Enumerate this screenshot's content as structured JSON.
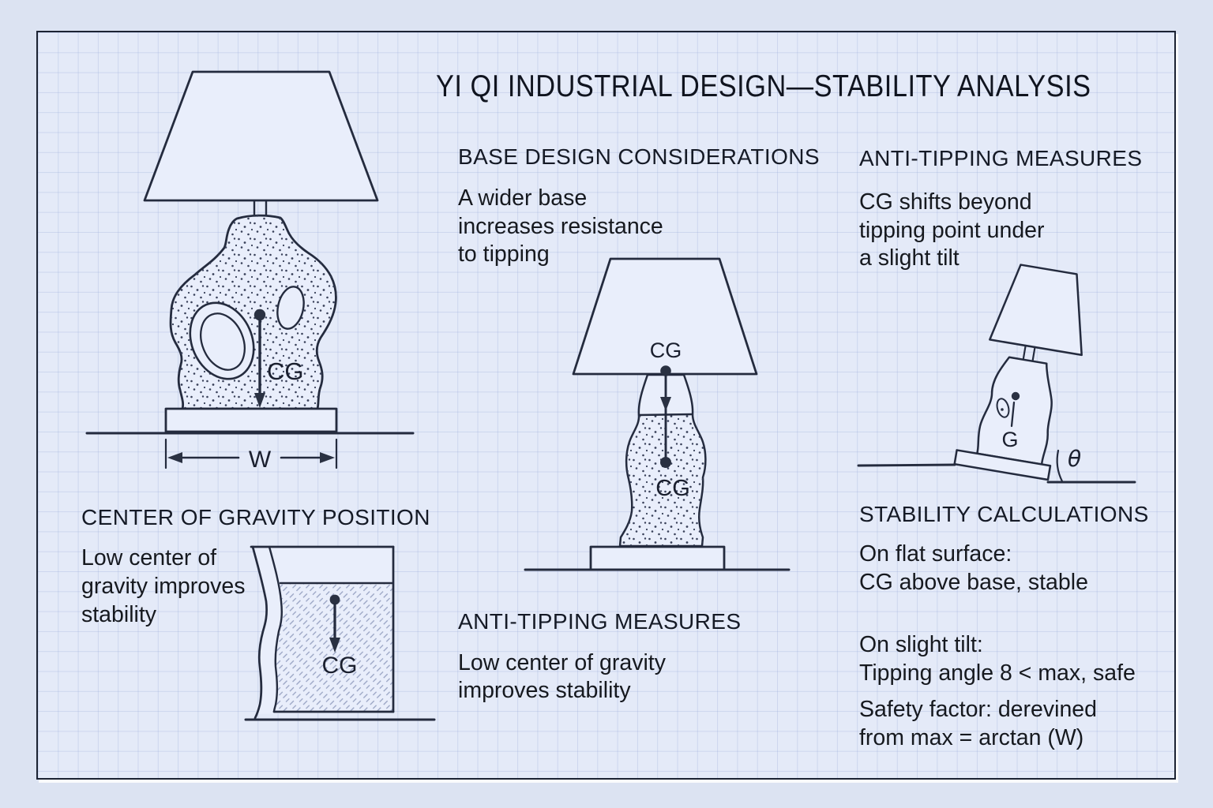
{
  "title": "YI QI INDUSTRIAL DESIGN—STABILITY ANALYSIS",
  "sections": {
    "base_design": {
      "heading": "BASE DESIGN CONSIDERATIONS",
      "lines": [
        "A wider base",
        "increases resistance",
        "to tipping"
      ]
    },
    "anti_tipping_right": {
      "heading": "ANTI-TIPPING MEASURES",
      "lines": [
        "CG shifts beyond",
        "tipping point under",
        "a slight tilt"
      ]
    },
    "cg_position": {
      "heading": "CENTER OF GRAVITY POSITION",
      "lines": [
        "Low center of",
        "gravity improves",
        "stability"
      ]
    },
    "anti_tipping_mid": {
      "heading": "ANTI-TIPPING MEASURES",
      "lines": [
        "Low center of gravity",
        "improves stability"
      ]
    },
    "stability_calc": {
      "heading": "STABILITY CALCULATIONS",
      "para1": [
        "On flat surface:",
        "CG above base, stable"
      ],
      "para2": [
        "On slight tilt:",
        "Tipping angle 8 < max, safe"
      ],
      "para3": [
        "Safety factor: derevined",
        "from max = arctan (W)"
      ]
    }
  },
  "labels": {
    "cg": "CG",
    "w": "W",
    "g": "G",
    "theta": "θ"
  },
  "colors": {
    "page_background": "#dce3f2",
    "panel_background": "#e4eaf8",
    "grid_line": "#96a8d6",
    "ink": "#242b3e",
    "shape_fill": "#e9eefb",
    "text": "#14181f"
  }
}
